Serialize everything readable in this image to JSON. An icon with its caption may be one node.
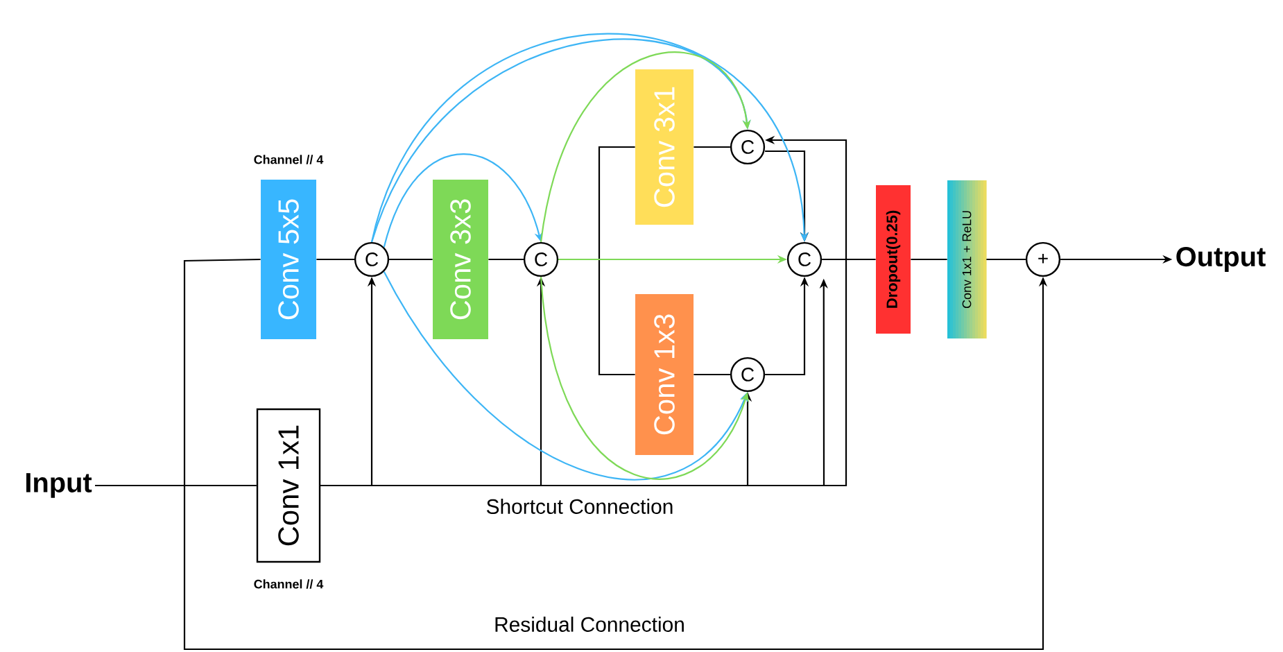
{
  "diagram": {
    "nodes": [
      {
        "text": [
          "Input"
        ]
      },
      {
        "text": [
          "Conv 5x5"
        ],
        "beside": [
          "Channel // 4"
        ]
      },
      {
        "text": [
          "C"
        ]
      },
      {
        "text": [
          "Conv 3x3"
        ]
      },
      {
        "text": [
          "C"
        ]
      },
      {
        "text": [
          "Conv 3x1"
        ]
      },
      {
        "text": [
          "C"
        ]
      },
      {
        "text": [
          "Conv 1x3"
        ]
      },
      {
        "text": [
          "C"
        ]
      },
      {
        "text": [
          "C"
        ]
      },
      {
        "text": [
          "Dropout(0.25)"
        ]
      },
      {
        "text": [
          "Conv 1x1 + ReLU"
        ]
      },
      {
        "text": [
          "+"
        ]
      },
      {
        "text": [
          "Output"
        ]
      },
      {
        "text": [
          "Conv 1x1"
        ],
        "beside": [
          "Channel // 4"
        ]
      }
    ],
    "edges": [
      {
        "from": 0,
        "to": 14,
        "arrow": "none"
      },
      {
        "from": 0,
        "to": 1,
        "arrow": "none"
      },
      {
        "from": 0,
        "to": 12,
        "arrow": "to"
      },
      {
        "from": 1,
        "to": 2,
        "arrow": "none"
      },
      {
        "from": 2,
        "to": 3,
        "arrow": "none"
      },
      {
        "from": 3,
        "to": 4,
        "arrow": "none"
      },
      {
        "from": 4,
        "to": 5,
        "arrow": "none"
      },
      {
        "from": 4,
        "to": 7,
        "arrow": "none"
      },
      {
        "from": 5,
        "to": 6,
        "arrow": "none"
      },
      {
        "from": 7,
        "to": 8,
        "arrow": "none"
      },
      {
        "from": 6,
        "to": 9,
        "arrow": "to"
      },
      {
        "from": 8,
        "to": 9,
        "arrow": "to"
      },
      {
        "from": 9,
        "to": 10,
        "arrow": "none"
      },
      {
        "from": 10,
        "to": 11,
        "arrow": "none"
      },
      {
        "from": 11,
        "to": 12,
        "arrow": "none"
      },
      {
        "from": 12,
        "to": 13,
        "arrow": "to"
      },
      {
        "from": 14,
        "to": 2,
        "arrow": "to"
      },
      {
        "from": 14,
        "to": 4,
        "arrow": "to"
      },
      {
        "from": 14,
        "to": 8,
        "arrow": "to"
      },
      {
        "from": 14,
        "to": 9,
        "arrow": "to"
      },
      {
        "from": 14,
        "to": 6,
        "arrow": "to"
      },
      {
        "from": 2,
        "to": 4,
        "arrow": "to",
        "color": "#3db5f5"
      },
      {
        "from": 2,
        "to": 6,
        "arrow": "to",
        "color": "#3db5f5"
      },
      {
        "from": 2,
        "to": 9,
        "arrow": "to",
        "color": "#3db5f5"
      },
      {
        "from": 2,
        "to": 8,
        "arrow": "to",
        "color": "#3db5f5"
      },
      {
        "from": 4,
        "to": 6,
        "arrow": "to",
        "color": "#7ed957"
      },
      {
        "from": 4,
        "to": 9,
        "arrow": "to",
        "color": "#7ed957"
      },
      {
        "from": 4,
        "to": 8,
        "arrow": "to",
        "color": "#7ed957"
      }
    ],
    "labels": [
      "Shortcut Connection",
      "Residual Connection"
    ]
  }
}
